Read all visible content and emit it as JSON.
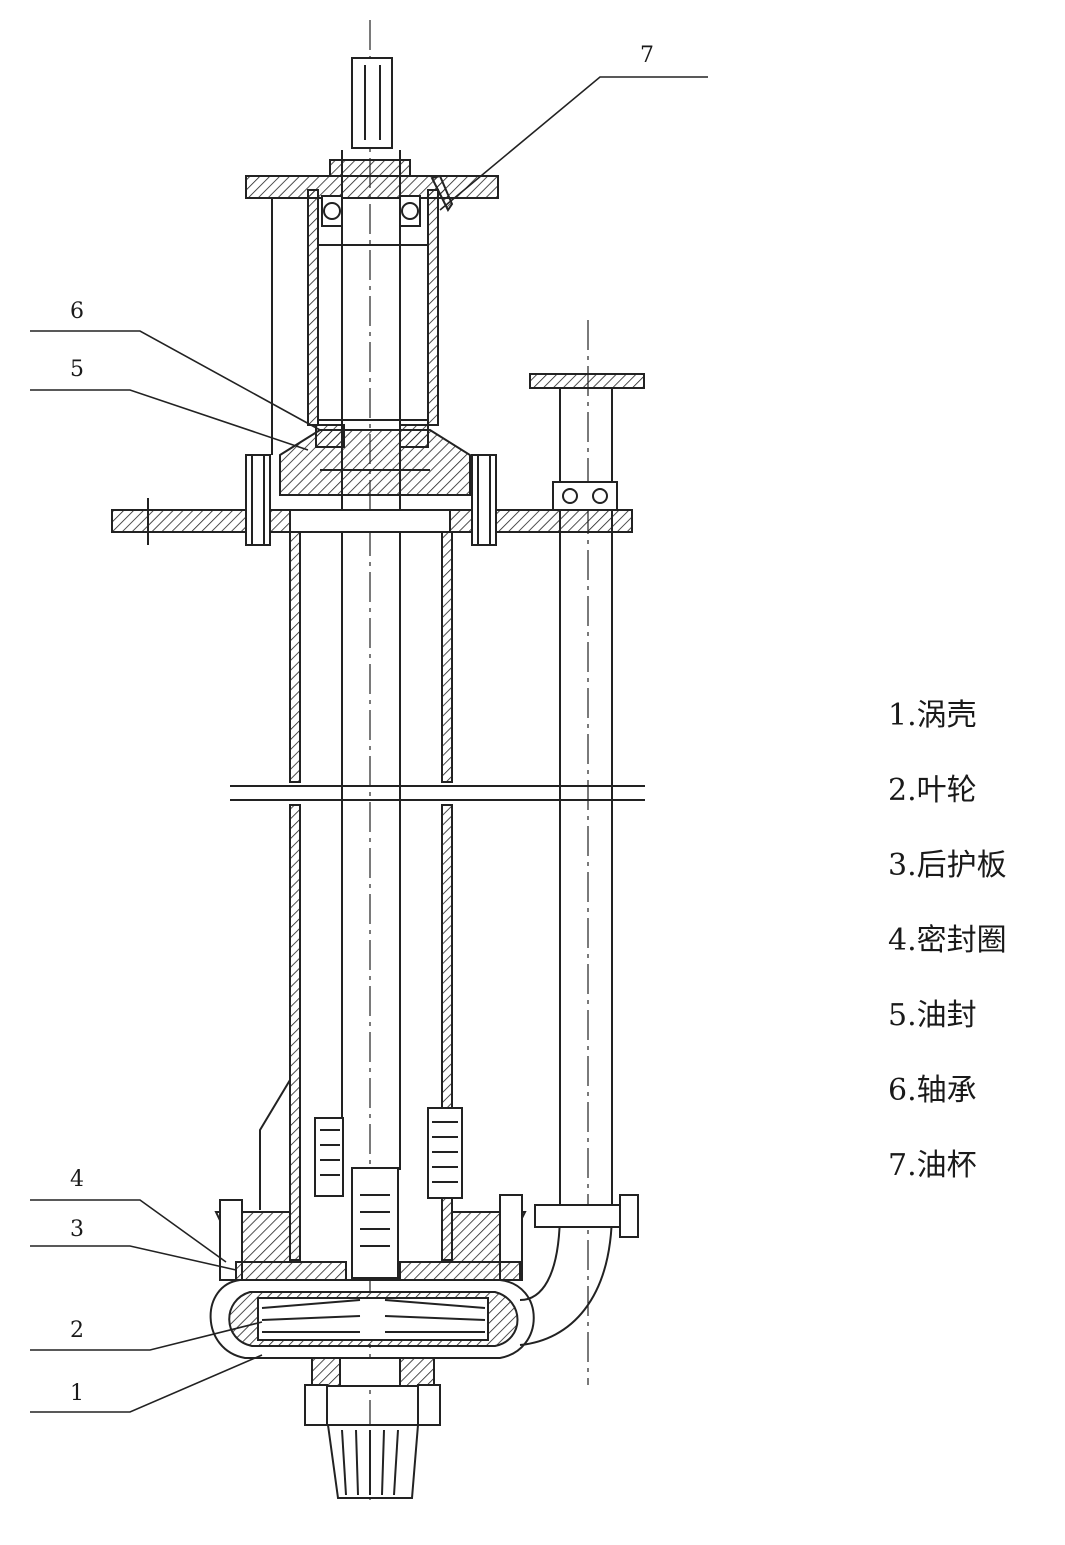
{
  "callouts": [
    {
      "num": "1",
      "text": "涡壳"
    },
    {
      "num": "2",
      "text": "叶轮"
    },
    {
      "num": "3",
      "text": "后护板"
    },
    {
      "num": "4",
      "text": "密封圈"
    },
    {
      "num": "5",
      "text": "油封"
    },
    {
      "num": "6",
      "text": "轴承"
    },
    {
      "num": "7",
      "text": "油杯"
    }
  ],
  "legend": [
    "1.涡壳",
    "2.叶轮",
    "3.后护板",
    "4.密封圈",
    "5.油封",
    "6.轴承",
    "7.油杯"
  ]
}
